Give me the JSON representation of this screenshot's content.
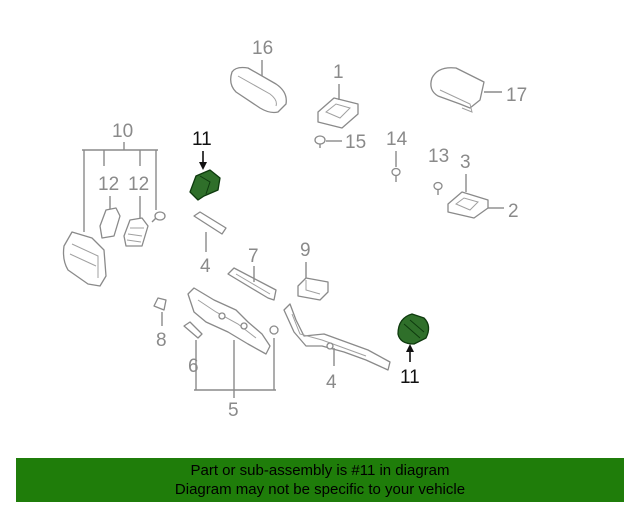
{
  "callouts": {
    "c1": "1",
    "c2": "2",
    "c3": "3",
    "c4a": "4",
    "c4b": "4",
    "c5": "5",
    "c6": "6",
    "c7": "7",
    "c8": "8",
    "c9": "9",
    "c10": "10",
    "c11a": "11",
    "c11b": "11",
    "c12a": "12",
    "c12b": "12",
    "c13": "13",
    "c14": "14",
    "c15": "15",
    "c16": "16",
    "c17": "17"
  },
  "banner": {
    "line1": "Part or sub-assembly is #11 in diagram",
    "line2": "Diagram may not be specific to your vehicle"
  },
  "colors": {
    "highlight": "#2f6f2a",
    "banner": "#1f7d0a",
    "callout_grey": "#8a8a8a"
  }
}
